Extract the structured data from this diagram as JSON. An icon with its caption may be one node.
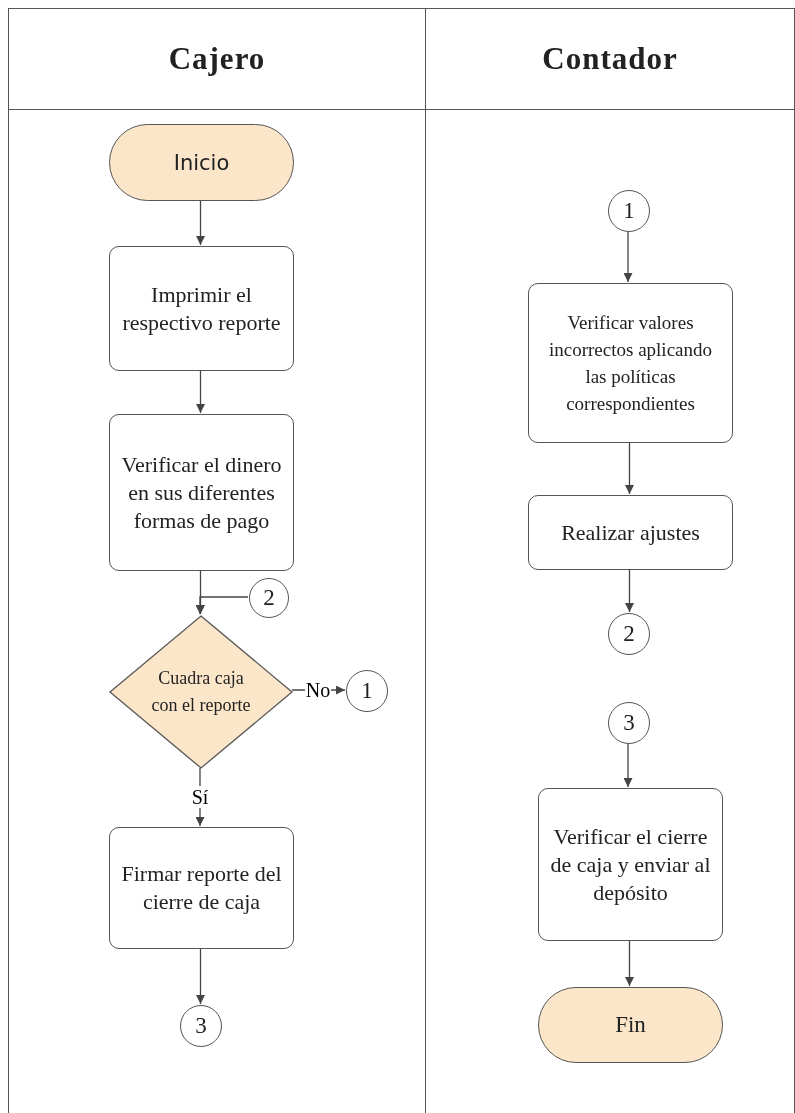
{
  "diagram": {
    "nodes": [
      {
        "text": [
          "Cajero"
        ]
      },
      {
        "text": [
          "Contador"
        ]
      },
      {
        "text": [
          "Inicio"
        ],
        "in": 0
      },
      {
        "text": [
          "Imprimir el respectivo reporte"
        ],
        "in": 0
      },
      {
        "text": [
          "Verificar el dinero en sus diferentes formas de pago"
        ],
        "in": 0
      },
      {
        "text": [
          "2"
        ],
        "in": 0
      },
      {
        "text": [
          "Cuadra caja con el reporte"
        ],
        "in": 0
      },
      {
        "text": [
          "1"
        ],
        "in": 0
      },
      {
        "text": [
          "Firmar reporte del cierre de caja"
        ],
        "in": 0
      },
      {
        "text": [
          "3"
        ],
        "in": 0
      },
      {
        "text": [
          "1"
        ],
        "in": 1
      },
      {
        "text": [
          "Verificar valores incorrectos aplicando las políticas correspondientes"
        ],
        "in": 1
      },
      {
        "text": [
          "Realizar ajustes"
        ],
        "in": 1
      },
      {
        "text": [
          "2"
        ],
        "in": 1
      },
      {
        "text": [
          "3"
        ],
        "in": 1
      },
      {
        "text": [
          "Verificar el cierre de caja y enviar al depósito"
        ],
        "in": 1
      },
      {
        "text": [
          "Fin"
        ],
        "in": 1
      }
    ],
    "edges": [
      {
        "from": 2,
        "to": 3,
        "arrow": "to"
      },
      {
        "from": 3,
        "to": 4,
        "arrow": "to"
      },
      {
        "from": 4,
        "to": 6,
        "arrow": "to"
      },
      {
        "from": 5,
        "to": 6,
        "arrow": "to"
      },
      {
        "from": 6,
        "to": 7,
        "label": "No",
        "arrow": "to"
      },
      {
        "from": 6,
        "to": 8,
        "label": "Sí",
        "arrow": "to"
      },
      {
        "from": 8,
        "to": 9,
        "arrow": "to"
      },
      {
        "from": 10,
        "to": 11,
        "arrow": "to"
      },
      {
        "from": 11,
        "to": 12,
        "arrow": "to"
      },
      {
        "from": 12,
        "to": 13,
        "arrow": "to"
      },
      {
        "from": 14,
        "to": 15,
        "arrow": "to"
      },
      {
        "from": 15,
        "to": 16,
        "arrow": "to"
      }
    ]
  }
}
